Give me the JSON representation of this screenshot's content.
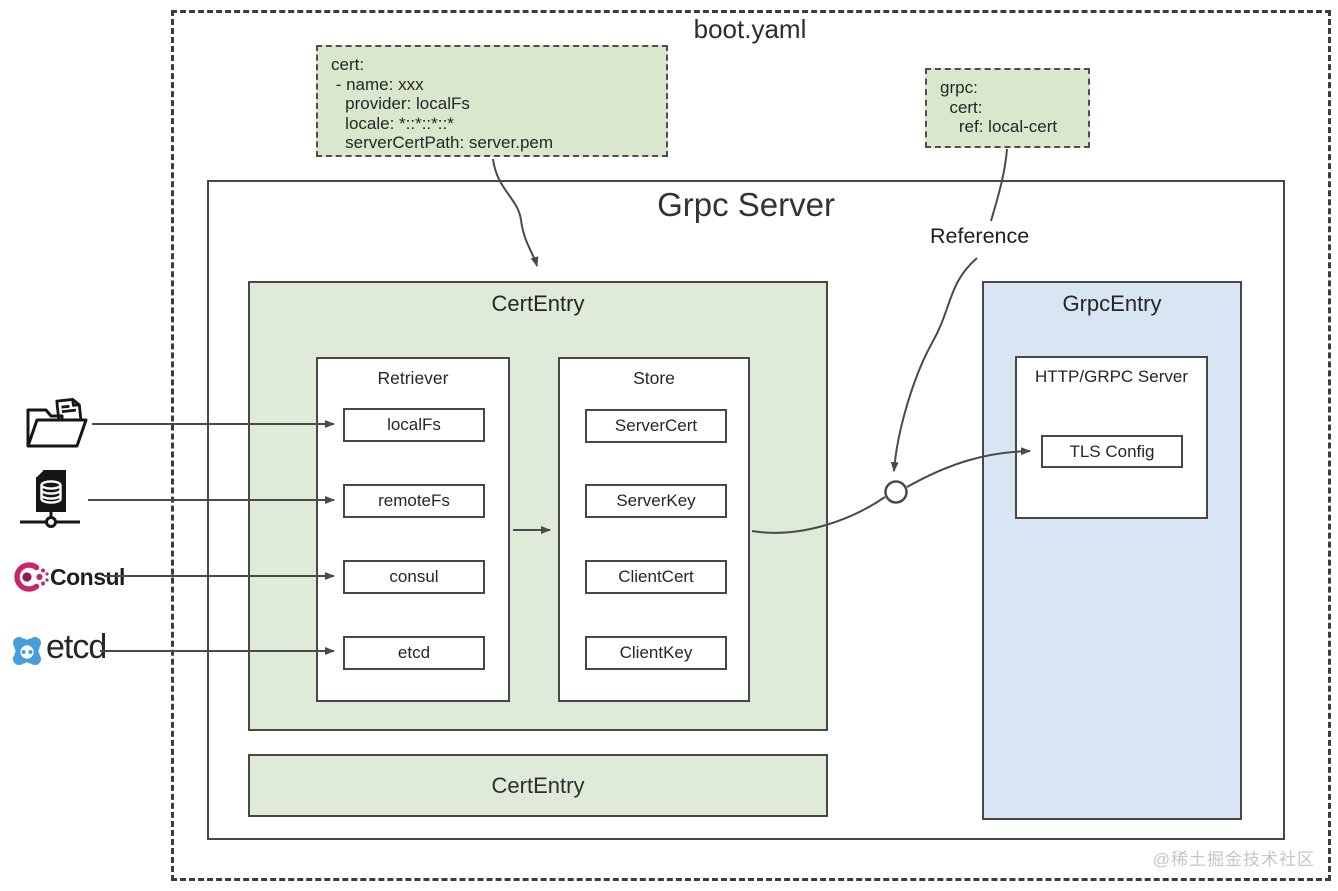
{
  "header": {
    "outer_label": "boot.yaml",
    "watermark": "@稀土掘金技术社区"
  },
  "yaml_cert": {
    "lines": [
      "cert:",
      " - name: xxx",
      "   provider: localFs",
      "   locale: *::*::*::*",
      "   serverCertPath: server.pem"
    ]
  },
  "yaml_grpc": {
    "lines": [
      "grpc:",
      "  cert:",
      "    ref: local-cert"
    ]
  },
  "server": {
    "title": "Grpc Server",
    "reference_label": "Reference",
    "cert_entry": {
      "title": "CertEntry",
      "retriever": {
        "title": "Retriever",
        "items": [
          "localFs",
          "remoteFs",
          "consul",
          "etcd"
        ]
      },
      "store": {
        "title": "Store",
        "items": [
          "ServerCert",
          "ServerKey",
          "ClientCert",
          "ClientKey"
        ]
      }
    },
    "grpc_entry": {
      "title": "GrpcEntry",
      "http_server": {
        "title": "HTTP/GRPC Server",
        "tls_item": "TLS Config"
      }
    },
    "cert_entry_bottom": {
      "title": "CertEntry"
    }
  },
  "sources": {
    "consul_label": "Consul",
    "etcd_label": "etcd",
    "icons": [
      "folder-icon",
      "remote-fs-icon",
      "consul-icon",
      "etcd-icon"
    ]
  },
  "colors": {
    "green_fill": "#dfead8",
    "yaml_green_fill": "#d9e7cc",
    "blue_fill": "#d8e5f2",
    "border": "#474747",
    "arrow": "#4a4a4a",
    "consul_pink": "#c9256d",
    "etcd_blue": "#459ed8",
    "watermark_gray": "#c6c6c6"
  }
}
